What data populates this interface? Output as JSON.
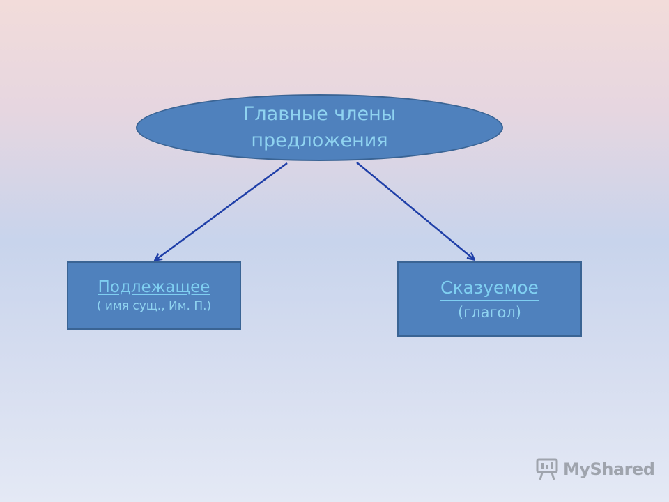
{
  "diagram": {
    "root": {
      "label": "Главные члены предложения"
    },
    "children": [
      {
        "title": "Подлежащее",
        "subtitle": "( имя сущ., Им. П.)"
      },
      {
        "title": "Сказуемое",
        "subtitle": "(глагол)"
      }
    ],
    "colors": {
      "node_fill": "#4f81bd",
      "node_border": "#3a6494",
      "text": "#8fd3f0",
      "arrow": "#1f3fa8"
    }
  },
  "watermark": {
    "text": "MyShared",
    "icon": "presentation-board-icon"
  }
}
